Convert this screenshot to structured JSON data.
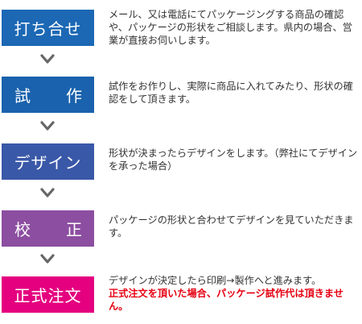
{
  "colors": {
    "step1": "#1c68b5",
    "step2": "#1a62ad",
    "step3": "#3a58a8",
    "step4": "#8c4ea0",
    "step5": "#e4007f",
    "arrow": "#666666",
    "emphasis": "#e60012"
  },
  "arrow_icon": "chevron-down-icon",
  "steps": [
    {
      "label": "打ち合せ",
      "chars": [],
      "description": "メール、又は電話にてパッケージングする商品の確認や、パッケージの形状をご相談します。県内の場合、営業が直接お伺いします。",
      "emphasis": ""
    },
    {
      "label": "",
      "chars": [
        "試",
        "作"
      ],
      "description": "試作をお作りし、実際に商品に入れてみたり、形状の確認をして頂きます。",
      "emphasis": ""
    },
    {
      "label": "デザイン",
      "chars": [],
      "description": "形状が決まったらデザインをします。（弊社にてデザインを承った場合）",
      "emphasis": ""
    },
    {
      "label": "",
      "chars": [
        "校",
        "正"
      ],
      "description": "パッケージの形状と合わせてデザインを見ていただきます。",
      "emphasis": ""
    },
    {
      "label": "正式注文",
      "chars": [],
      "description": "デザインが決定したら印刷→製作へと進みます。",
      "emphasis": "正式注文を頂いた場合、パッケージ試作代は頂きません。"
    }
  ]
}
